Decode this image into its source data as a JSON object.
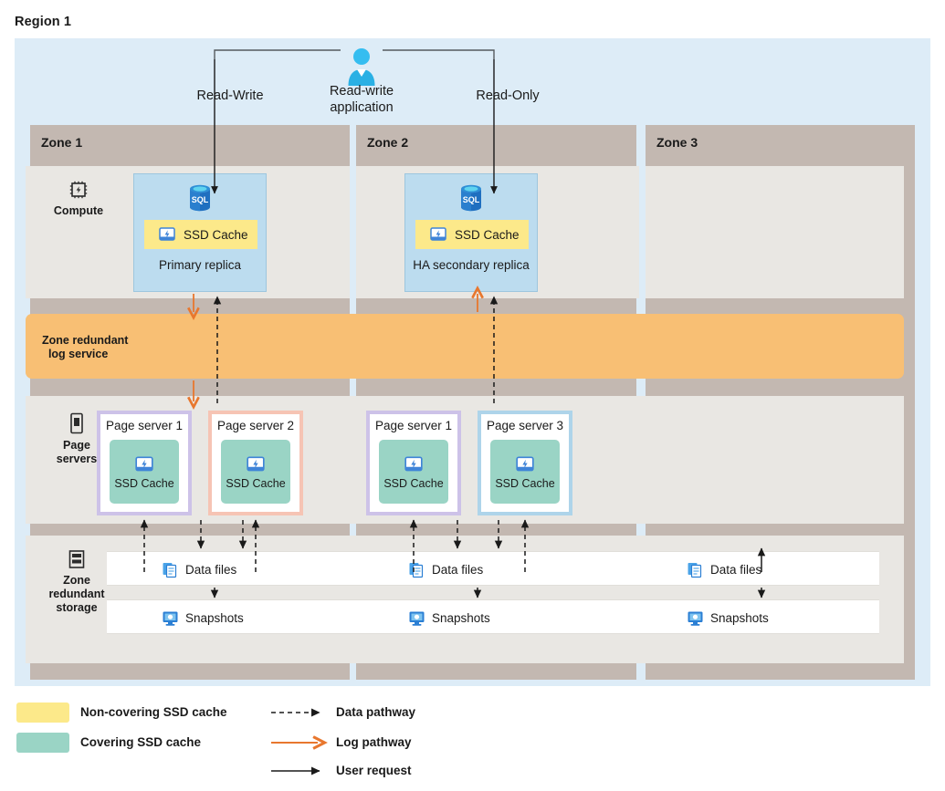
{
  "region": {
    "title": "Region 1"
  },
  "application": {
    "icon": "user-icon",
    "label": "Read-write\napplication",
    "label_line1": "Read-write",
    "label_line2": "application",
    "read_write_label": "Read-Write",
    "read_only_label": "Read-Only"
  },
  "zones": [
    {
      "name": "Zone 1"
    },
    {
      "name": "Zone 2"
    },
    {
      "name": "Zone 3"
    }
  ],
  "rows": {
    "compute": {
      "label": "Compute",
      "icon": "cpu-chip-icon"
    },
    "page_servers": {
      "label_line1": "Page",
      "label_line2": "servers",
      "icon": "server-icon"
    },
    "storage": {
      "label_line1": "Zone",
      "label_line2": "redundant",
      "label_line3": "storage",
      "icon": "storage-stack-icon"
    }
  },
  "log_service": {
    "label_line1": "Zone redundant",
    "label_line2": "log service"
  },
  "replicas": [
    {
      "name": "Primary replica",
      "cache_label": "SSD Cache",
      "cache_type": "non-covering",
      "db_icon": "sql-database-icon",
      "cache_icon": "ssd-disk-icon",
      "zone": "Zone 1"
    },
    {
      "name": "HA secondary replica",
      "cache_label": "SSD Cache",
      "cache_type": "non-covering",
      "db_icon": "sql-database-icon",
      "cache_icon": "ssd-disk-icon",
      "zone": "Zone 2"
    }
  ],
  "page_servers": [
    {
      "name": "Page server 1",
      "cache_label": "SSD Cache",
      "border_color": "#cdc2e8",
      "zone": "Zone 1",
      "cache_icon": "ssd-disk-icon"
    },
    {
      "name": "Page server 2",
      "cache_label": "SSD Cache",
      "border_color": "#f6c4b4",
      "zone": "Zone 1",
      "cache_icon": "ssd-disk-icon"
    },
    {
      "name": "Page server 1",
      "cache_label": "SSD Cache",
      "border_color": "#cdc2e8",
      "zone": "Zone 2",
      "cache_icon": "ssd-disk-icon"
    },
    {
      "name": "Page server 3",
      "cache_label": "SSD Cache",
      "border_color": "#aed4ea",
      "zone": "Zone 2",
      "cache_icon": "ssd-disk-icon"
    }
  ],
  "storage_items": {
    "data_files_label": "Data files",
    "snapshots_label": "Snapshots",
    "data_files_icon": "document-copy-icon",
    "snapshots_icon": "snapshot-monitor-icon",
    "columns": [
      "Zone 1",
      "Zone 2",
      "Zone 3"
    ]
  },
  "legend": {
    "swatches": [
      {
        "label": "Non-covering SSD cache",
        "color": "#fce98a"
      },
      {
        "label": "Covering SSD cache",
        "color": "#9ad4c5"
      }
    ],
    "pathways": [
      {
        "label": "Data pathway",
        "style": "dashed",
        "color": "#1a1a1a"
      },
      {
        "label": "Log pathway",
        "style": "solid",
        "color": "#e8772e"
      },
      {
        "label": "User request",
        "style": "solid",
        "color": "#1a1a1a"
      }
    ]
  },
  "colors": {
    "region_background": "#ddecf7",
    "zone_header": "#c3b8b1",
    "row_background": "#e9e7e3",
    "log_service": "#f8bf74",
    "replica_box": "#bcdcef",
    "non_covering_cache": "#fce98a",
    "covering_cache": "#9ad4c5",
    "log_arrow": "#e8772e",
    "data_arrow": "#1a1a1a"
  }
}
